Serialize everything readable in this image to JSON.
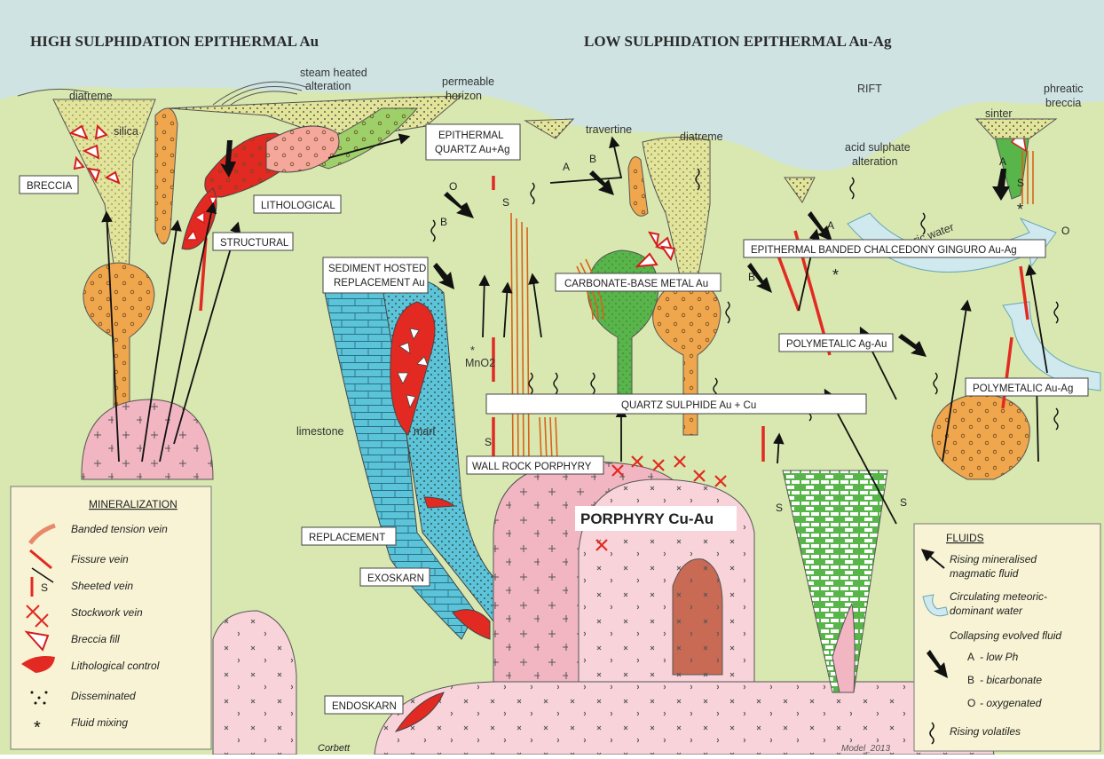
{
  "titles": {
    "high": "HIGH SULPHIDATION EPITHERMAL Au",
    "low": "LOW SULPHIDATION EPITHERMAL Au-Ag"
  },
  "surface_labels": {
    "diatreme_left": "diatreme",
    "silica": "silica",
    "steam_heated_1": "steam heated",
    "steam_heated_2": "alteration",
    "permeable_1": "permeable",
    "permeable_2": "horizon",
    "travertine": "travertine",
    "diatreme_right": "diatreme",
    "rift": "RIFT",
    "acid_sulphate_1": "acid sulphate",
    "acid_sulphate_2": "alteration",
    "sinter": "sinter",
    "phreatic_1": "phreatic",
    "phreatic_2": "breccia",
    "limestone": "limestone",
    "marl": "marl",
    "mno2": "MnO2",
    "meteoric_water": "meteoric water",
    "corbett": "Corbett",
    "model": "Model_2013"
  },
  "fluid_letters": {
    "a": "A",
    "b": "B",
    "o": "O",
    "s": "S",
    "star": "*"
  },
  "boxes": {
    "breccia": "BRECCIA",
    "lithological": "LITHOLOGICAL",
    "structural": "STRUCTURAL",
    "epithermal_quartz_1": "EPITHERMAL",
    "epithermal_quartz_2": "QUARTZ Au+Ag",
    "sediment_hosted_1": "SEDIMENT HOSTED",
    "sediment_hosted_2": "REPLACEMENT Au",
    "carbonate_base_metal": "CARBONATE-BASE METAL Au",
    "epithermal_banded": "EPITHERMAL BANDED CHALCEDONY GINGURO Au-Ag",
    "polymetalic_ag_au": "POLYMETALIC Ag-Au",
    "polymetalic_au_ag": "POLYMETALIC Au-Ag",
    "quartz_sulphide": "QUARTZ SULPHIDE Au + Cu",
    "wall_rock_porphyry": "WALL ROCK PORPHYRY",
    "porphyry": "PORPHYRY Cu-Au",
    "replacement": "REPLACEMENT",
    "exoskarn": "EXOSKARN",
    "endoskarn": "ENDOSKARN"
  },
  "mineralization_legend": {
    "heading": "MINERALIZATION",
    "items": [
      "Banded tension vein",
      "Fissure vein",
      "Sheeted vein",
      "Stockwork vein",
      "Breccia fill",
      "Lithological control",
      "Disseminated",
      "Fluid mixing"
    ]
  },
  "fluids_legend": {
    "heading": "FLUIDS",
    "rising_1": "Rising mineralised",
    "rising_2": "magmatic fluid",
    "circ_1": "Circulating meteoric-",
    "circ_2": "dominant water",
    "collapsing": "Collapsing evolved fluid",
    "a_label": "A",
    "a_text": "- low Ph",
    "b_label": "B",
    "b_text": "- bicarbonate",
    "o_label": "O",
    "o_text": "- oxygenated",
    "volatiles": "Rising volatiles"
  },
  "colors": {
    "sky": "#cfe3e3",
    "ground": "#d8e8b0",
    "pink": "#f1b6c2",
    "orange": "#f0a64c",
    "yellow": "#e2e49a",
    "red": "#e22a22",
    "blue": "#5cc4d8",
    "green": "#58b54a",
    "legend_bg": "#f7f3d4",
    "brown": "#c96a55"
  }
}
